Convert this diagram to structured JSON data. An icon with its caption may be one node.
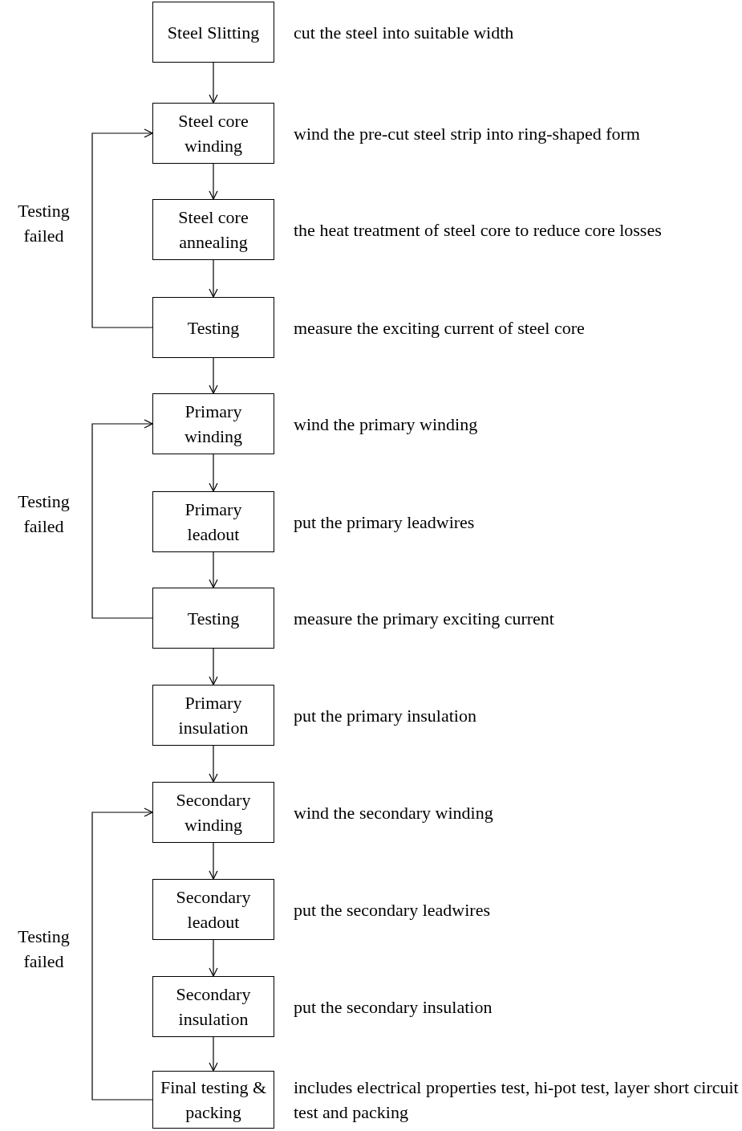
{
  "diagram": {
    "nodes": [
      {
        "text": [
          "Steel Slitting"
        ],
        "beside": [
          "cut the steel into suitable width"
        ]
      },
      {
        "text": [
          "Steel core winding"
        ],
        "beside": [
          "wind the pre-cut steel strip into ring-shaped form"
        ]
      },
      {
        "text": [
          "Steel core annealing"
        ],
        "beside": [
          "the heat treatment of steel core to reduce core losses"
        ]
      },
      {
        "text": [
          "Testing"
        ],
        "beside": [
          "measure the exciting current of steel core"
        ]
      },
      {
        "text": [
          "Primary winding"
        ],
        "beside": [
          "wind the primary winding"
        ]
      },
      {
        "text": [
          "Primary leadout"
        ],
        "beside": [
          "put the primary leadwires"
        ]
      },
      {
        "text": [
          "Testing"
        ],
        "beside": [
          "measure the primary exciting current"
        ]
      },
      {
        "text": [
          "Primary insulation"
        ],
        "beside": [
          "put the primary insulation"
        ]
      },
      {
        "text": [
          "Secondary winding"
        ],
        "beside": [
          "wind the secondary winding"
        ]
      },
      {
        "text": [
          "Secondary leadout"
        ],
        "beside": [
          "put the secondary leadwires"
        ]
      },
      {
        "text": [
          "Secondary insulation"
        ],
        "beside": [
          "put the secondary insulation"
        ]
      },
      {
        "text": [
          "Final testing & packing"
        ],
        "beside": [
          "includes electrical properties test, hi-pot test, layer short circuit test and packing"
        ]
      }
    ],
    "edges": [
      {
        "from": 0,
        "to": 1,
        "arrow": "to"
      },
      {
        "from": 1,
        "to": 2,
        "arrow": "to"
      },
      {
        "from": 2,
        "to": 3,
        "arrow": "to"
      },
      {
        "from": 3,
        "to": 4,
        "arrow": "to"
      },
      {
        "from": 4,
        "to": 5,
        "arrow": "to"
      },
      {
        "from": 5,
        "to": 6,
        "arrow": "to"
      },
      {
        "from": 6,
        "to": 7,
        "arrow": "to"
      },
      {
        "from": 7,
        "to": 8,
        "arrow": "to"
      },
      {
        "from": 8,
        "to": 9,
        "arrow": "to"
      },
      {
        "from": 9,
        "to": 10,
        "arrow": "to"
      },
      {
        "from": 10,
        "to": 11,
        "arrow": "to"
      },
      {
        "from": 3,
        "to": 1,
        "arrow": "to",
        "label": "Testing failed"
      },
      {
        "from": 6,
        "to": 4,
        "arrow": "to",
        "label": "Testing failed"
      },
      {
        "from": 11,
        "to": 8,
        "arrow": "to",
        "label": "Testing failed"
      }
    ]
  }
}
